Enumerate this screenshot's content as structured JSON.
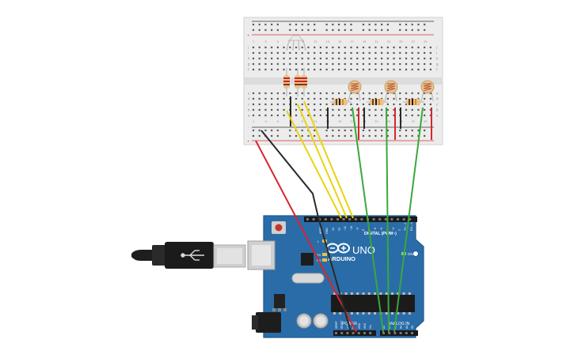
{
  "breadboard": {
    "rail_plus": "+",
    "rail_minus": "-",
    "row_letters_top": [
      "j",
      "i",
      "h",
      "g",
      "f"
    ],
    "row_letters_bottom": [
      "e",
      "d",
      "c",
      "b",
      "a"
    ],
    "column_count": 30
  },
  "arduino": {
    "logo_text": "ARDUINO",
    "model": "UNO",
    "digital_label": "DIGITAL (PWM~)",
    "analog_label": "ANALOG IN",
    "power_label": "POWER",
    "on_label": "ON",
    "tx_label": "TX",
    "rx_label": "RX",
    "l_label": "L",
    "aref_label": "AREF",
    "gnd_label": "GND",
    "digital_pins": [
      "13",
      "12",
      "~11",
      "~10",
      "~9",
      "8",
      "7",
      "~6",
      "~5",
      "4",
      "~3",
      "2",
      "TX→1",
      "RX←0"
    ],
    "power_pins": [
      "IOREF",
      "RESET",
      "3.3V",
      "5V",
      "GND",
      "GND",
      "Vin"
    ],
    "analog_pins": [
      "A0",
      "A1",
      "A2",
      "A3",
      "A4",
      "A5"
    ]
  },
  "wire_colors": {
    "power": "#d8262d",
    "ground": "#2a2a2a",
    "digital": "#e9d40f",
    "analog": "#3aa83a"
  },
  "colors": {
    "board_blue": "#2a6ca8",
    "board_edge": "#1f5a90",
    "breadboard": "#ececec",
    "rail_red": "#d33",
    "rail_dark": "#333"
  }
}
